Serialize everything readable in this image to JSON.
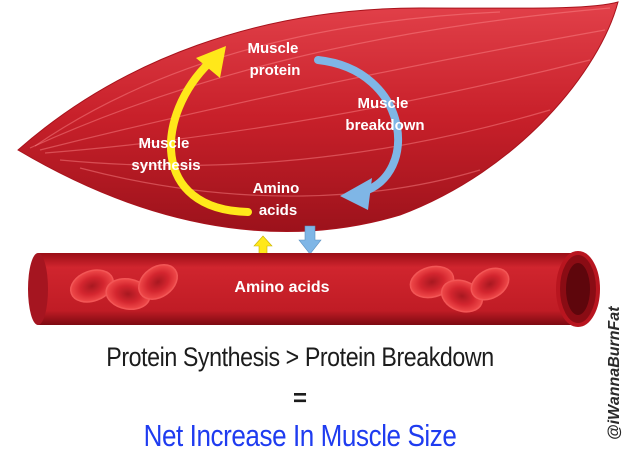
{
  "diagram": {
    "nodes": {
      "muscle_protein": [
        "Muscle",
        "protein"
      ],
      "muscle_breakdown": [
        "Muscle",
        "breakdown"
      ],
      "muscle_synthesis": [
        "Muscle",
        "synthesis"
      ],
      "amino_acids": [
        "Amino",
        "acids"
      ]
    },
    "blood_vessel_label": "Amino acids",
    "colors": {
      "muscle": "#c8202a",
      "muscle_dark": "#8f0f18",
      "vessel": "#b8151f",
      "blood_cell": "#e03030",
      "synthesis_arrow": "#ffe81a",
      "breakdown_arrow": "#7fb6e6",
      "equation_text": "#1c1c1c",
      "result_text": "#1f3cf0"
    }
  },
  "equation": {
    "top": "Protein Synthesis > Protein Breakdown",
    "equals": "=",
    "result": "Net Increase In Muscle Size"
  },
  "watermark": "@iWannaBurnFat"
}
